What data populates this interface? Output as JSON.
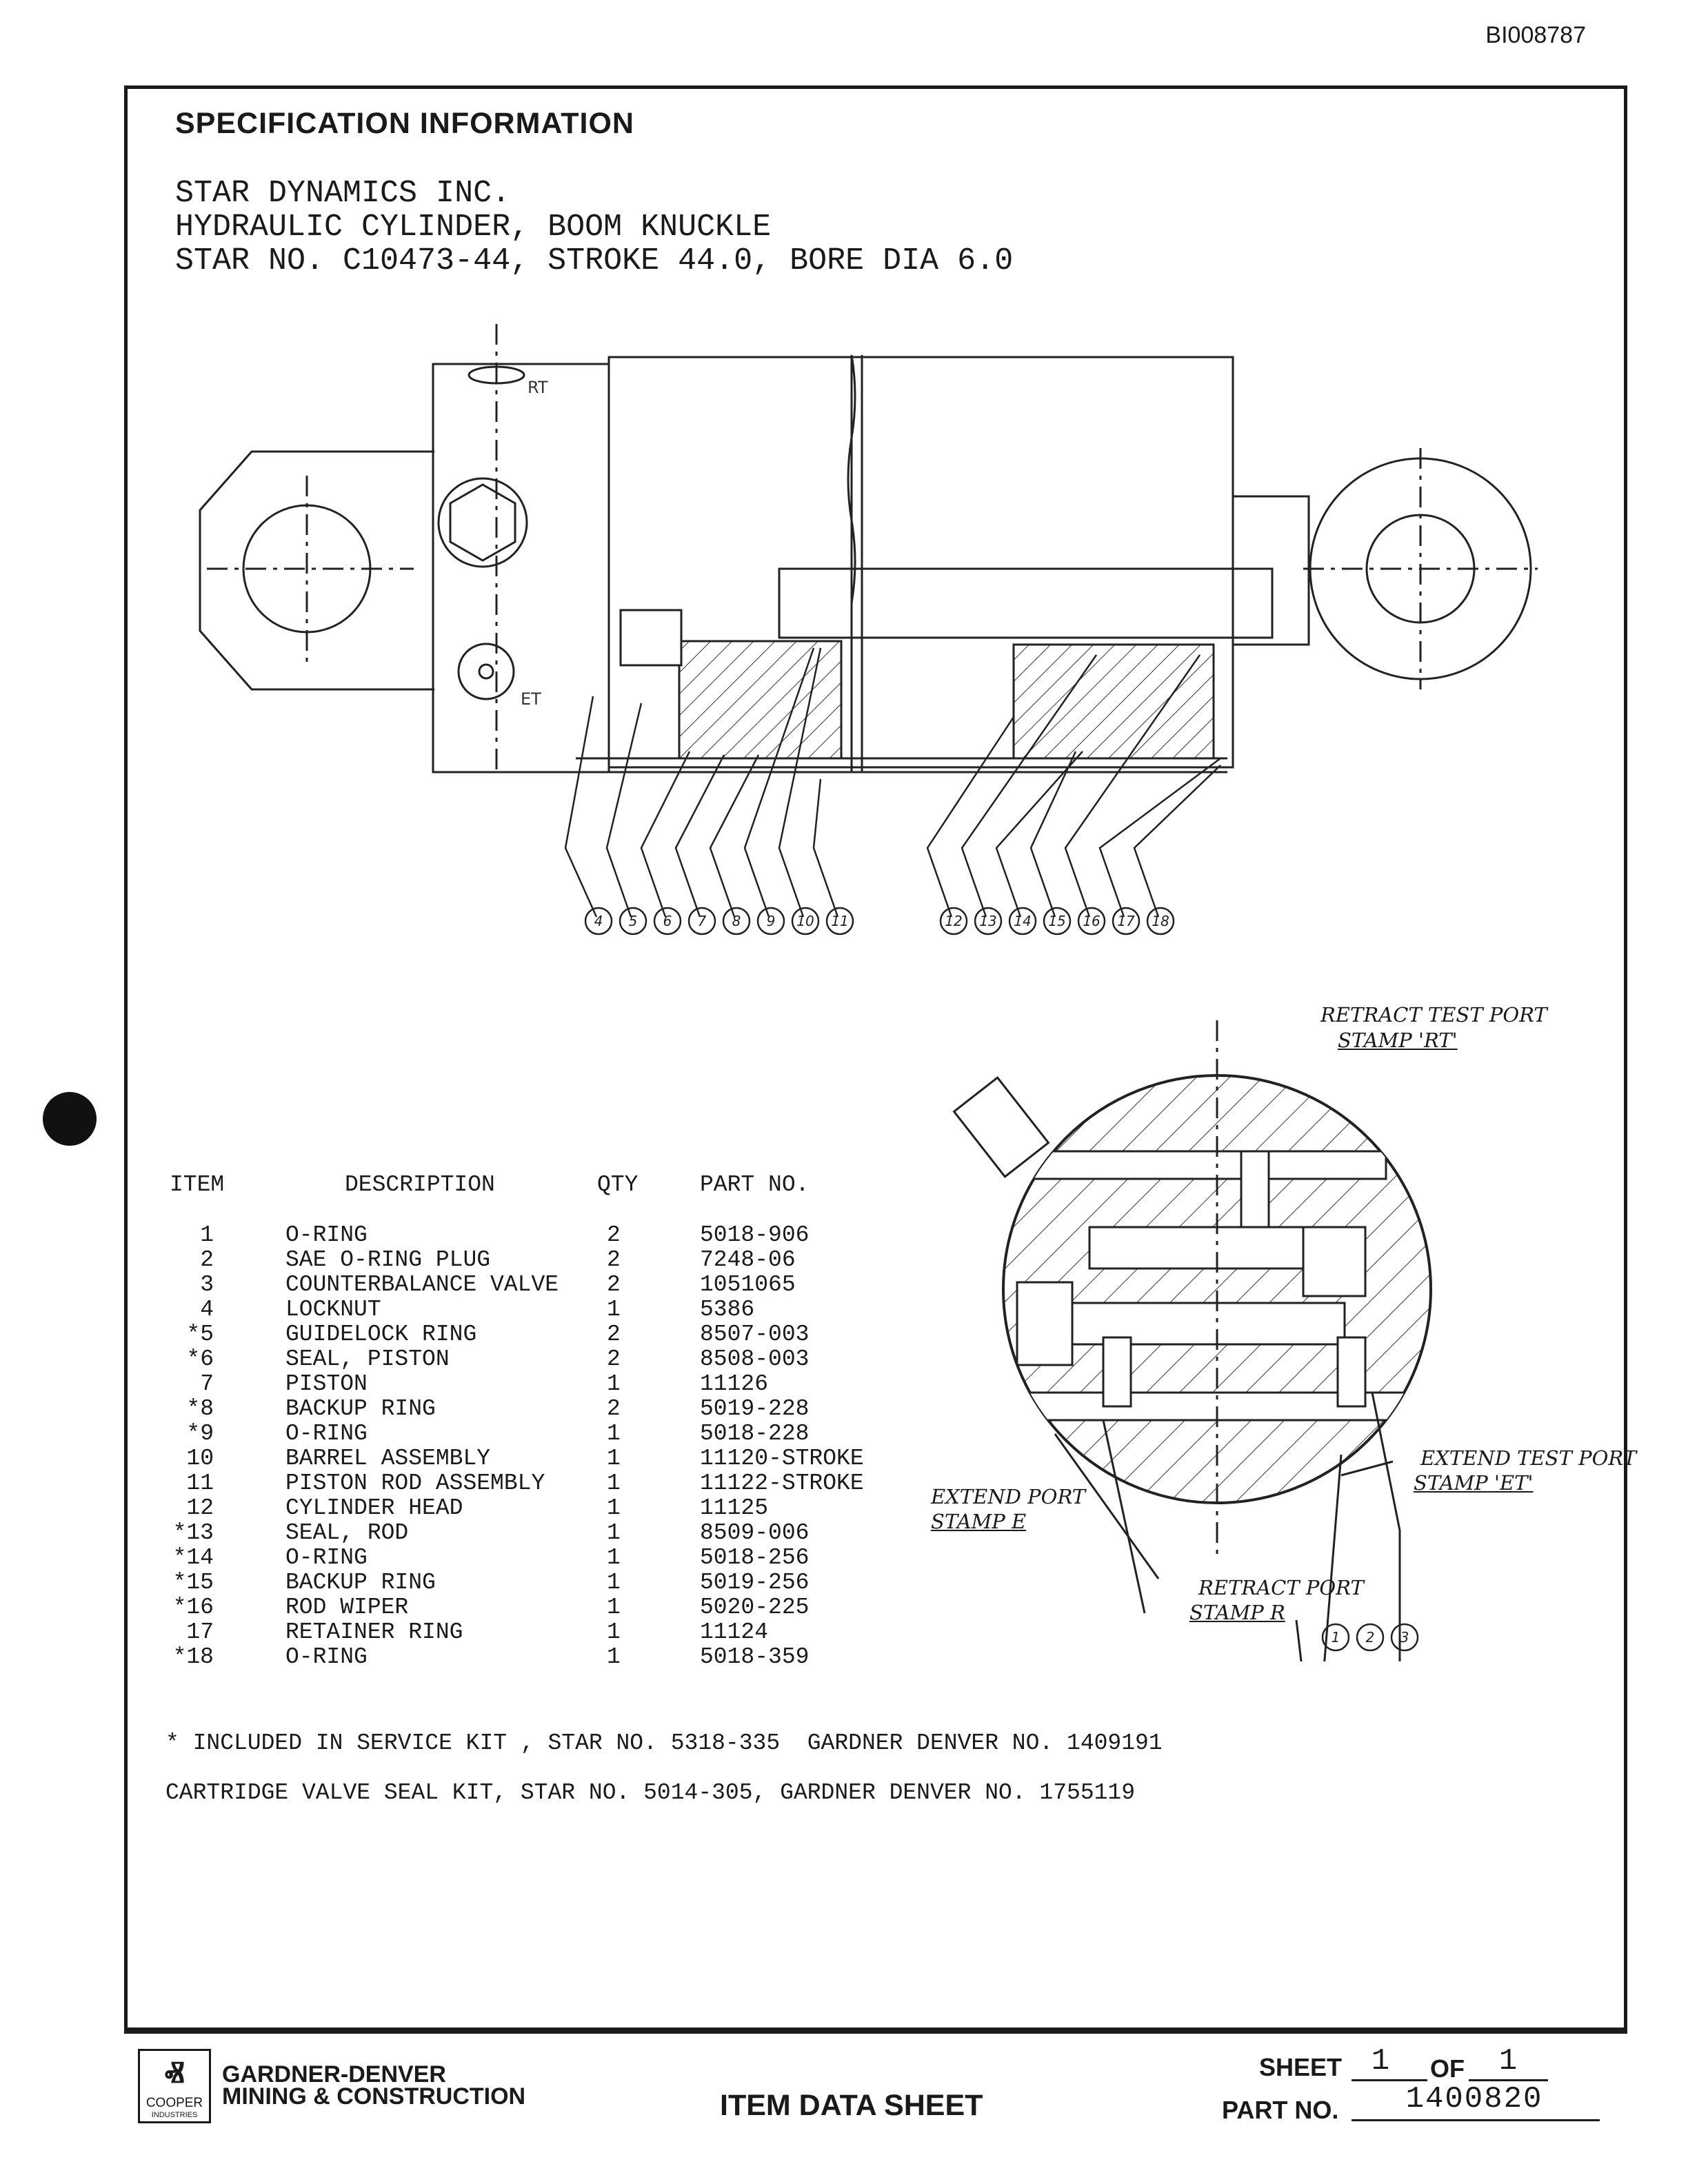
{
  "doc_id": "BI008787",
  "spec_title": "SPECIFICATION INFORMATION",
  "header_lines": [
    "STAR DYNAMICS INC.",
    "HYDRAULIC CYLINDER, BOOM KNUCKLE",
    "STAR NO. C10473-44, STROKE 44.0, BORE DIA 6.0"
  ],
  "drawing_labels": {
    "retract_port_small": "RT",
    "extend_port_small": "ET",
    "callouts_left": [
      "4",
      "5",
      "6",
      "7",
      "8",
      "9",
      "10",
      "11"
    ],
    "callouts_right": [
      "12",
      "13",
      "14",
      "15",
      "16",
      "17",
      "18"
    ],
    "callouts_valve": [
      "1",
      "2",
      "3"
    ],
    "retract_test_port_line1": "RETRACT TEST PORT",
    "retract_test_port_line2": "STAMP 'RT'",
    "extend_test_port_line1": "EXTEND TEST PORT",
    "extend_test_port_line2": "STAMP 'ET'",
    "extend_port_line1": "EXTEND PORT",
    "extend_port_line2": "STAMP E",
    "retract_port_line1": "RETRACT PORT",
    "retract_port_line2": "STAMP R"
  },
  "parts_table": {
    "headers": {
      "item": "ITEM",
      "description": "DESCRIPTION",
      "qty": "QTY",
      "part_no": "PART NO."
    },
    "rows": [
      {
        "item": "1",
        "description": "O-RING",
        "qty": "2",
        "part_no": "5018-906"
      },
      {
        "item": "2",
        "description": "SAE O-RING PLUG",
        "qty": "2",
        "part_no": "7248-06"
      },
      {
        "item": "3",
        "description": "COUNTERBALANCE VALVE",
        "qty": "2",
        "part_no": "1051065"
      },
      {
        "item": "4",
        "description": "LOCKNUT",
        "qty": "1",
        "part_no": "5386"
      },
      {
        "item": "*5",
        "description": "GUIDELOCK RING",
        "qty": "2",
        "part_no": "8507-003"
      },
      {
        "item": "*6",
        "description": "SEAL, PISTON",
        "qty": "2",
        "part_no": "8508-003"
      },
      {
        "item": "7",
        "description": "PISTON",
        "qty": "1",
        "part_no": "11126"
      },
      {
        "item": "*8",
        "description": "BACKUP RING",
        "qty": "2",
        "part_no": "5019-228"
      },
      {
        "item": "*9",
        "description": "O-RING",
        "qty": "1",
        "part_no": "5018-228"
      },
      {
        "item": "10",
        "description": "BARREL ASSEMBLY",
        "qty": "1",
        "part_no": "11120-STROKE"
      },
      {
        "item": "11",
        "description": "PISTON ROD ASSEMBLY",
        "qty": "1",
        "part_no": "11122-STROKE"
      },
      {
        "item": "12",
        "description": "CYLINDER HEAD",
        "qty": "1",
        "part_no": "11125"
      },
      {
        "item": "*13",
        "description": "SEAL, ROD",
        "qty": "1",
        "part_no": "8509-006"
      },
      {
        "item": "*14",
        "description": "O-RING",
        "qty": "1",
        "part_no": "5018-256"
      },
      {
        "item": "*15",
        "description": "BACKUP RING",
        "qty": "1",
        "part_no": "5019-256"
      },
      {
        "item": "*16",
        "description": "ROD WIPER",
        "qty": "1",
        "part_no": "5020-225"
      },
      {
        "item": "17",
        "description": "RETAINER RING",
        "qty": "1",
        "part_no": "11124"
      },
      {
        "item": "*18",
        "description": "O-RING",
        "qty": "1",
        "part_no": "5018-359"
      }
    ]
  },
  "notes": [
    "* INCLUDED IN SERVICE KIT , STAR NO. 5318-335  GARDNER DENVER NO. 1409191",
    "CARTRIDGE VALVE SEAL KIT, STAR NO. 5014-305, GARDNER DENVER NO. 1755119"
  ],
  "footer": {
    "logo_cooper": "COOPER",
    "logo_industries": "INDUSTRIES",
    "company_line1": "GARDNER-DENVER",
    "company_line2": "MINING & CONSTRUCTION",
    "sheet_title": "ITEM DATA SHEET",
    "sheet_label": "SHEET",
    "sheet_value": "1",
    "of_label": "OF",
    "of_value": "1",
    "part_label": "PART NO.",
    "part_value": "1400820"
  }
}
